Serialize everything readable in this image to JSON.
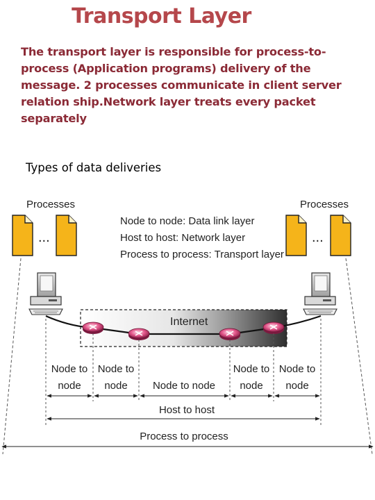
{
  "slide": {
    "title": "Transport Layer",
    "intro": "The transport layer is responsible for process-to-process (Application programs)  delivery of the message.  2 processes communicate in client server relation ship.Network layer treats every packet separately",
    "subhead": "Types of data deliveries"
  },
  "colors": {
    "title": "#b5474b",
    "intro": "#8b2a36",
    "doc_fill": "#f5b41a",
    "internet_band": "#444444"
  },
  "diagram": {
    "left_processes_label": "Processes",
    "right_processes_label": "Processes",
    "ellipsis": "...",
    "legend": [
      "Node to node: Data link layer",
      "Host to host: Network layer",
      "Process to process: Transport layer"
    ],
    "internet_label": "Internet",
    "node_labels": {
      "n1_line1": "Node to",
      "n1_line2": "node",
      "n2_line1": "Node to",
      "n2_line2": "node",
      "n3": "Node to node",
      "n4_line1": "Node to",
      "n4_line2": "node",
      "n5_line1": "Node to",
      "n5_line2": "node"
    },
    "host_to_host": "Host to host",
    "process_to_process": "Process to process",
    "icons": [
      "document-icon",
      "computer-icon",
      "router-icon"
    ]
  }
}
